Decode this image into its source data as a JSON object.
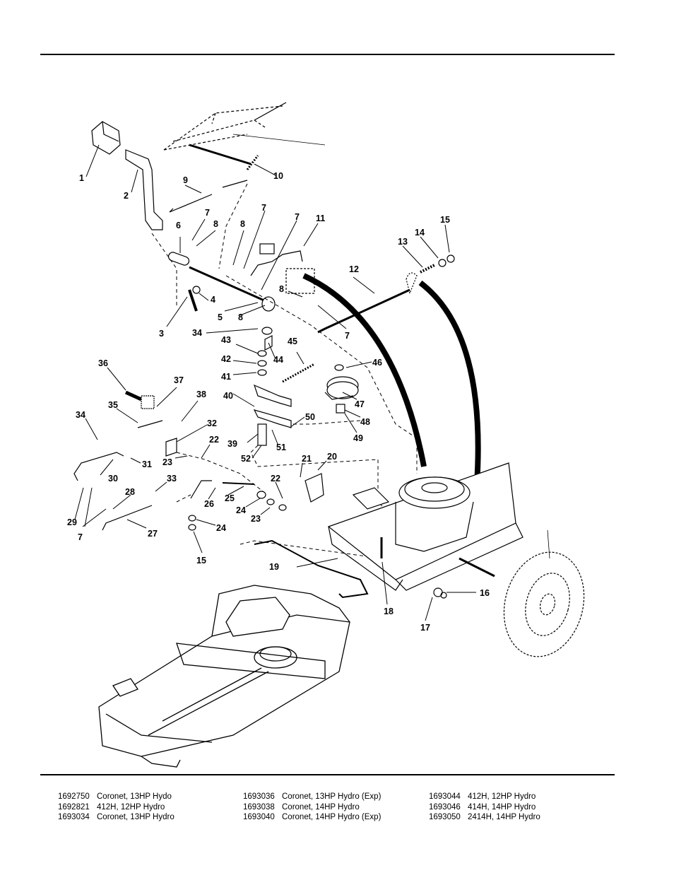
{
  "callouts": {
    "c1": "1",
    "c2": "2",
    "c3": "3",
    "c4": "4",
    "c5": "5",
    "c6": "6",
    "c7a": "7",
    "c7b": "7",
    "c7c": "7",
    "c7d": "7",
    "c7e": "7",
    "c8a": "8",
    "c8b": "8",
    "c8c": "8",
    "c8d": "8",
    "c9": "9",
    "c10": "10",
    "c11": "11",
    "c12": "12",
    "c13": "13",
    "c14": "14",
    "c15a": "15",
    "c15b": "15",
    "c16": "16",
    "c17": "17",
    "c18": "18",
    "c19": "19",
    "c20": "20",
    "c21": "21",
    "c22a": "22",
    "c22b": "22",
    "c23a": "23",
    "c23b": "23",
    "c24a": "24",
    "c24b": "24",
    "c25": "25",
    "c26": "26",
    "c27": "27",
    "c28": "28",
    "c29": "29",
    "c30": "30",
    "c31": "31",
    "c32": "32",
    "c33": "33",
    "c34a": "34",
    "c34b": "34",
    "c35": "35",
    "c36": "36",
    "c37": "37",
    "c38": "38",
    "c39": "39",
    "c40": "40",
    "c41": "41",
    "c42": "42",
    "c43": "43",
    "c44": "44",
    "c45": "45",
    "c46": "46",
    "c47": "47",
    "c48": "48",
    "c49": "49",
    "c50": "50",
    "c51": "51",
    "c52": "52"
  },
  "models": {
    "col1": [
      {
        "num": "1692750",
        "name": "Coronet, 13HP Hydo"
      },
      {
        "num": "1692821",
        "name": "412H, 12HP Hydro"
      },
      {
        "num": "1693034",
        "name": "Coronet, 13HP Hydro"
      }
    ],
    "col2": [
      {
        "num": "1693036",
        "name": "Coronet, 13HP Hydro (Exp)"
      },
      {
        "num": "1693038",
        "name": "Coronet, 14HP Hydro"
      },
      {
        "num": "1693040",
        "name": "Coronet, 14HP Hydro (Exp)"
      }
    ],
    "col3": [
      {
        "num": "1693044",
        "name": "412H, 12HP Hydro"
      },
      {
        "num": "1693046",
        "name": "414H, 14HP Hydro"
      },
      {
        "num": "1693050",
        "name": "2414H, 14HP Hydro"
      }
    ]
  }
}
